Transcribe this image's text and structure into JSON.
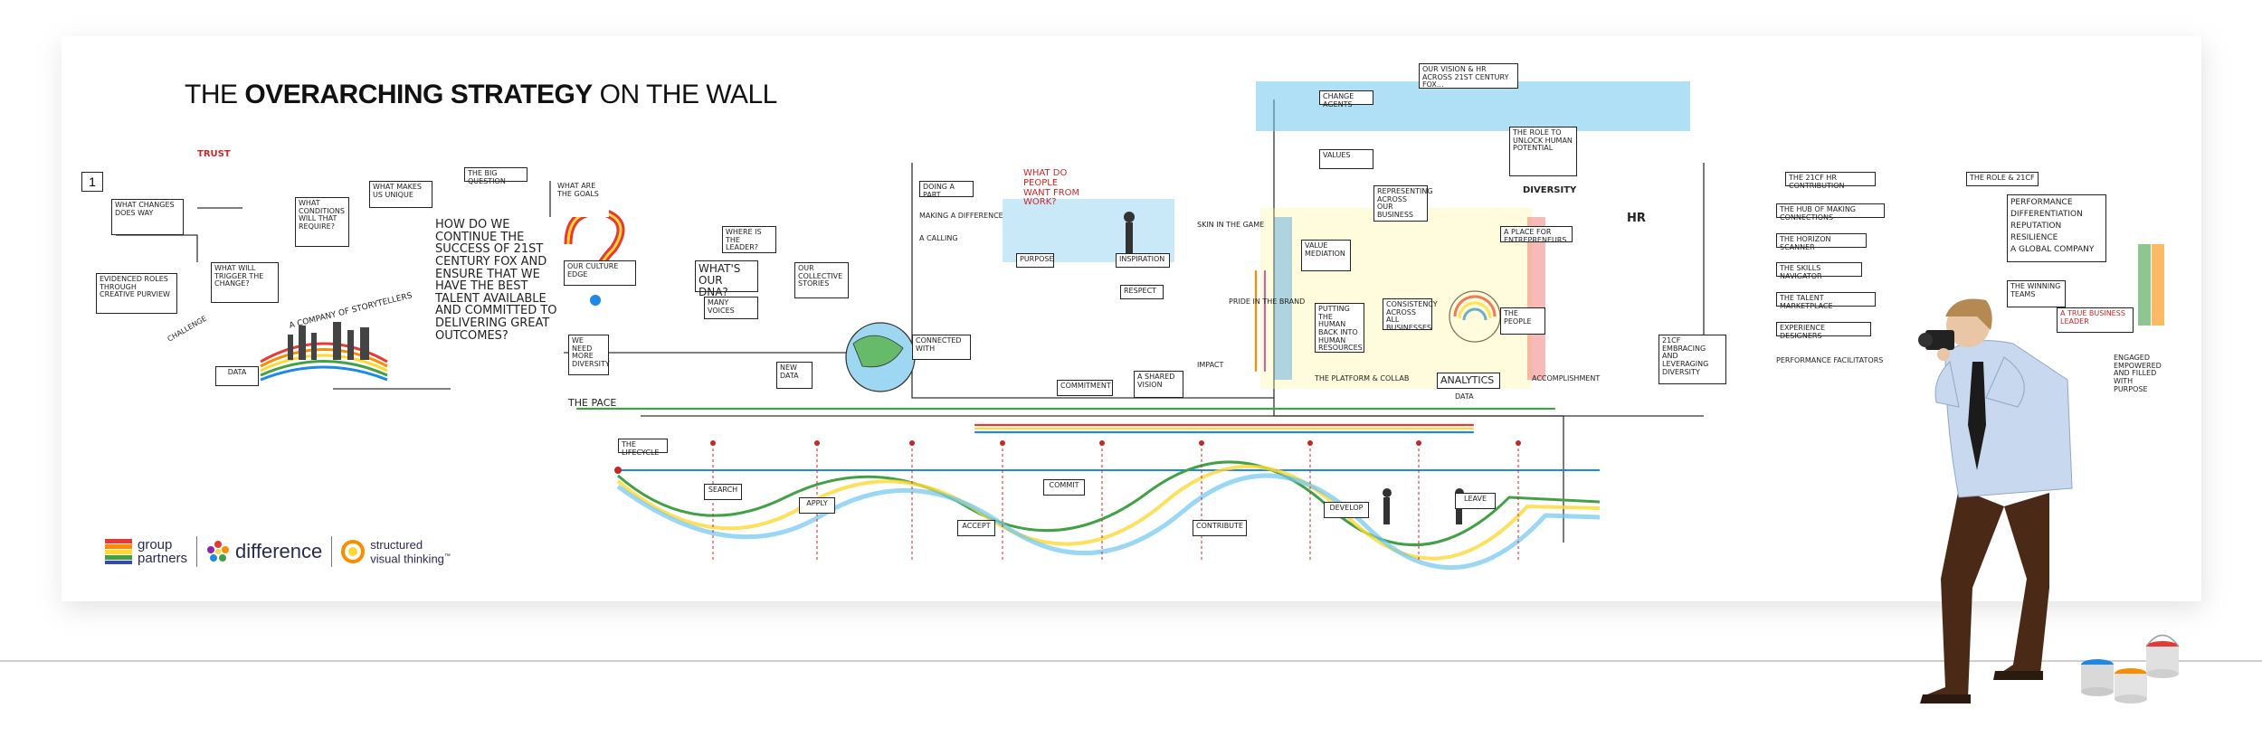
{
  "title": {
    "prefix": "THE",
    "bold": "OVERARCHING STRATEGY",
    "suffix": "ON THE WALL"
  },
  "section_number": "1",
  "panel1": {
    "trust": "TRUST",
    "what_changes": "WHAT CHANGES DOES WAY",
    "what_will_trigger": "WHAT WILL TRIGGER THE CHANGE?",
    "what_conditions": "WHAT CONDITIONS WILL THAT REQUIRE?",
    "evidence_roles": "EVIDENCED ROLES THROUGH CREATIVE PURVIEW",
    "story_tellers": "A COMPANY OF STORYTELLERS",
    "data": "DATA",
    "challenge": "CHALLENGE",
    "how_do_we_ensure": "HOW DO WE CONTINUE THE SUCCESS OF 21ST CENTURY FOX AND ENSURE THAT WE HAVE THE BEST TALENT AVAILABLE AND COMMITTED TO DELIVERING GREAT OUTCOMES?",
    "big_question": "THE BIG QUESTION",
    "what_are_the_goals": "WHAT ARE THE GOALS",
    "what_makes_us_unique": "WHAT MAKES US UNIQUE",
    "where_is_the_leader": "WHERE IS THE LEADER?",
    "what_is_our_dna": "WHAT'S OUR DNA?",
    "many_voices": "MANY VOICES",
    "stories_collective": "OUR COLLECTIVE STORIES",
    "we_need_diversity": "WE NEED MORE DIVERSITY",
    "new_data": "NEW DATA",
    "pace": "THE PACE",
    "culture_edge": "OUR CULTURE EDGE"
  },
  "lifecycle": {
    "label": "THE LIFECYCLE",
    "stages": [
      "SEARCH",
      "APPLY",
      "ACCEPT",
      "COMMIT",
      "CONTRIBUTE",
      "DEVELOP",
      "LEAVE"
    ]
  },
  "panel2": {
    "what_do_people_want": "WHAT DO PEOPLE WANT FROM WORK?",
    "doing_a_part": "DOING A PART",
    "making_a_difference": "MAKING A DIFFERENCE",
    "a_calling": "A CALLING",
    "purpose": "PURPOSE",
    "inspiration": "INSPIRATION",
    "respect": "RESPECT",
    "commitment": "COMMITMENT",
    "a_shared_vision": "A SHARED VISION",
    "skin_in_the_game": "SKIN IN THE GAME",
    "pride_in_the_brand": "PRIDE IN THE BRAND",
    "impact": "IMPACT",
    "connected_with": "CONNECTED WITH"
  },
  "panel3": {
    "vision_header": "OUR VISION & HR ACROSS 21ST CENTURY FOX...",
    "change_agents": "CHANGE AGENTS",
    "unlock_human": "THE ROLE TO UNLOCK HUMAN POTENTIAL",
    "values": "VALUES",
    "value_mediation": "VALUE MEDIATION",
    "representing": "REPRESENTING ACROSS OUR BUSINESS",
    "putting_human": "PUTTING THE HUMAN BACK INTO HUMAN RESOURCES",
    "consistency": "CONSISTENCY ACROSS ALL BUSINESSES",
    "diversity": "DIVERSITY",
    "place_entrepreneurs": "A PLACE for ENTREPRENEURS",
    "the_people": "THE PEOPLE",
    "platform": "THE PLATFORM & COLLAB",
    "analytics": "ANALYTICS",
    "data": "DATA",
    "hr": "HR",
    "accomplishment": "ACCOMPLISHMENT",
    "diversity_21cf": "21CF EMBRACING AND LEVERAGING DIVERSITY"
  },
  "panel4": {
    "tcf_contribution": "THE 21CF HR CONTRIBUTION",
    "making_connections": "THE HUB of MAKING CONNECTIONS",
    "horizon_scanner": "THE HORIZON SCANNER",
    "skills_navigator": "THE SKILLS NAVIGATOR",
    "talent_marketplace": "THE TALENT MARKETPLACE",
    "experience_designers": "EXPERIENCE DESIGNERS",
    "performance_facilitators": "PERFORMANCE FACILITATORS",
    "role_title": "THE ROLE & 21CF",
    "performance": "PERFORMANCE",
    "differentiation": "DIFFERENTIATION",
    "reputation": "REPUTATION",
    "resilience": "RESILIENCE",
    "global_company": "A GLOBAL COMPANY",
    "winning_teams": "THE WINNING TEAMS",
    "true_business_leader": "A TRUE BUSINESS LEADER",
    "engaged": "ENGAGED EMPOWERED AND FILLED WITH PURPOSE"
  },
  "logos": {
    "group_partners_line1": "group",
    "group_partners_line2": "partners",
    "difference": "difference",
    "svt_line1": "structured",
    "svt_line2": "visual thinking",
    "svt_tm": "™"
  },
  "colors": {
    "ink": "#222222",
    "rainbow": [
      "#e53935",
      "#fb8c00",
      "#fdd835",
      "#43a047",
      "#1e88e5",
      "#3949ab",
      "#8e24aa"
    ],
    "sky": "#6ec6ef",
    "shirt": "#c8d8ee",
    "pants": "#4a2a16"
  }
}
